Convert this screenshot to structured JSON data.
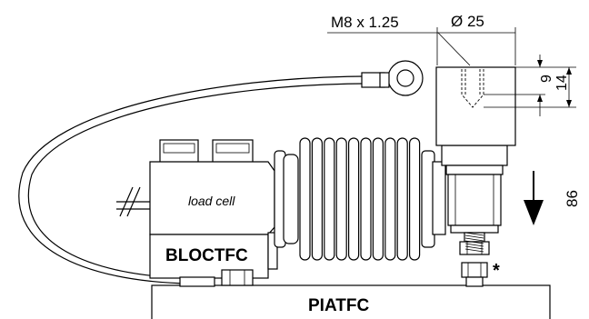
{
  "labels": {
    "thread": "M8 x 1.25",
    "diameter": "Ø 25",
    "dim_9": "9",
    "dim_14": "14",
    "dim_86": "86",
    "load_cell": "load cell",
    "bloc": "BLOCTFC",
    "plate": "PIATFC",
    "asterisk": "*"
  }
}
